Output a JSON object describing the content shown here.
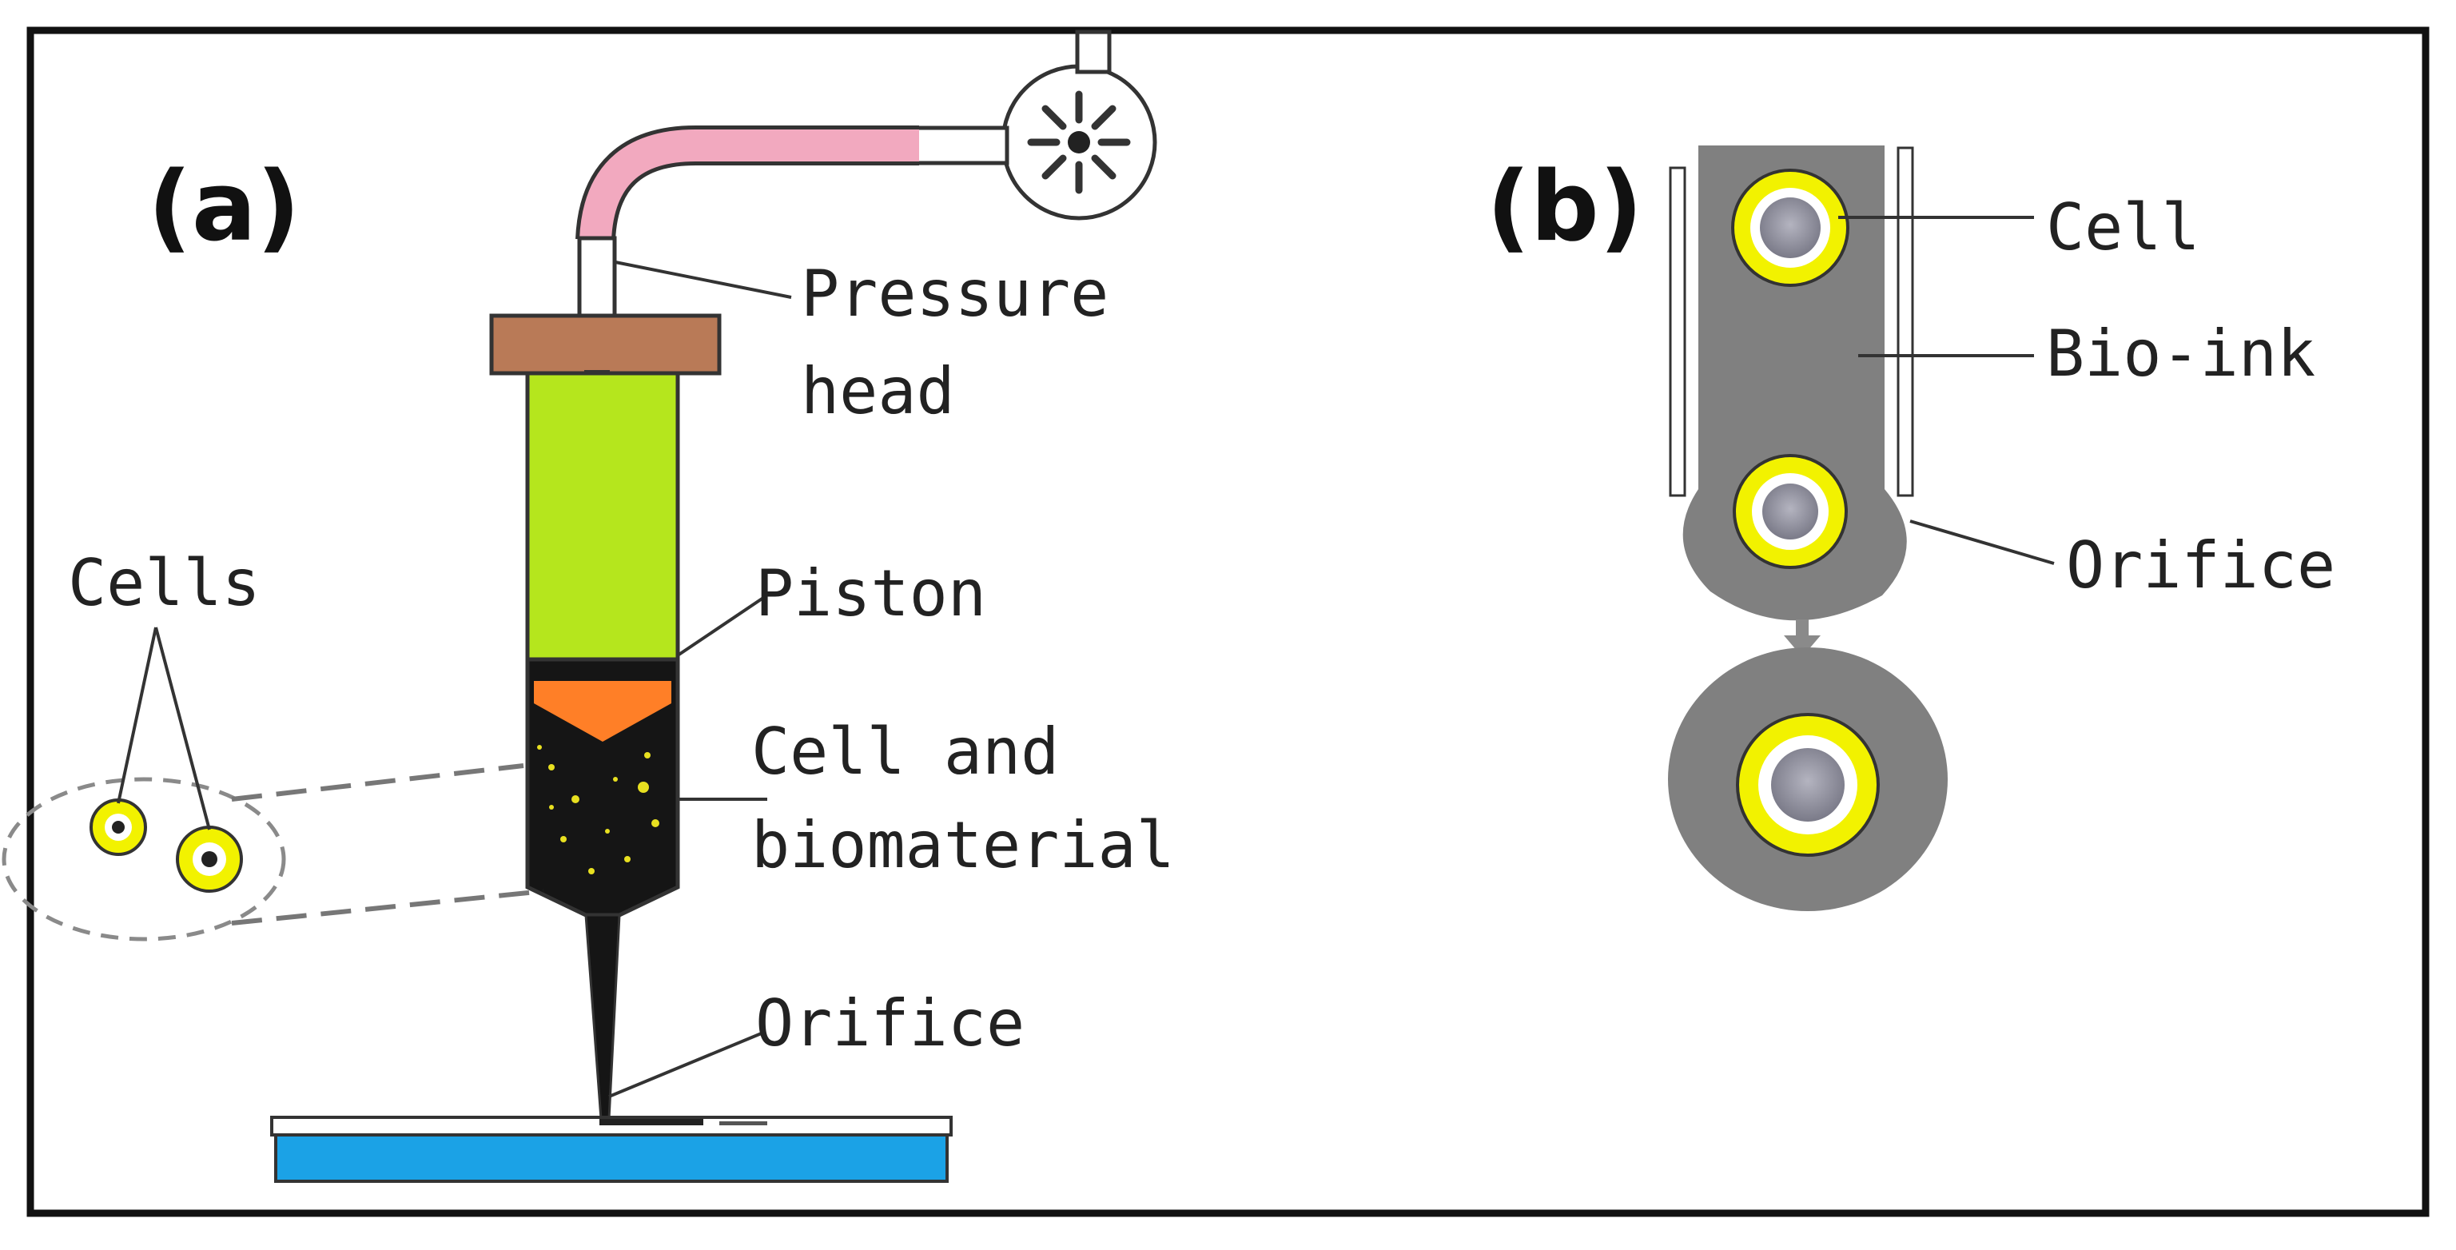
{
  "panel_a": {
    "label": "(a)",
    "callouts": {
      "pressure_head_line1": "Pressure",
      "pressure_head_line2": "head",
      "piston": "Piston",
      "cell_biomaterial_line1": "Cell and",
      "cell_biomaterial_line2": "biomaterial",
      "orifice": "Orifice",
      "cells": "Cells"
    }
  },
  "panel_b": {
    "label": "(b)",
    "callouts": {
      "cell": "Cell",
      "bio_ink": "Bio-ink",
      "orifice": "Orifice"
    }
  },
  "colors": {
    "frame": "#111111",
    "tubing": "#f2a9bf",
    "pressure_cap": "#b97a57",
    "reservoir_fill": "#b5e61d",
    "piston": "#ff7f27",
    "bioink_dark": "#151515",
    "cell_ring": "#f2f200",
    "cell_core": "#8a8a95",
    "bioink_grey": "#808080",
    "substrate": "#1ba2e6"
  }
}
